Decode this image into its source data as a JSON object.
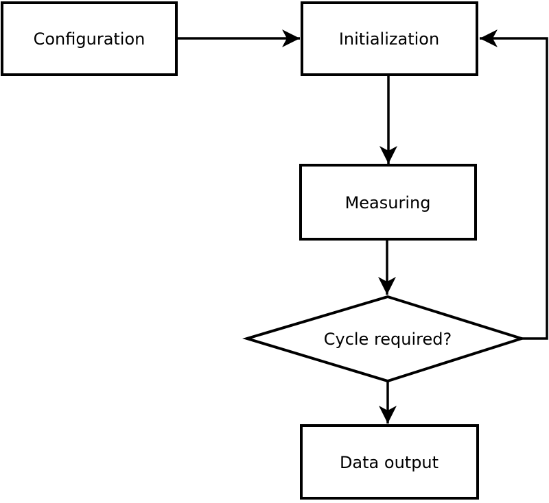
{
  "diagram": {
    "type": "flowchart",
    "background_color": "#ffffff",
    "stroke_color": "#000000",
    "node_fill_color": "#ffffff",
    "text_color": "#000000",
    "nodes": [
      {
        "id": "configuration",
        "shape": "rectangle",
        "label": "Configuration"
      },
      {
        "id": "initialization",
        "shape": "rectangle",
        "label": "Initialization"
      },
      {
        "id": "measuring",
        "shape": "rectangle",
        "label": "Measuring"
      },
      {
        "id": "cycle-required",
        "shape": "diamond",
        "label": "Cycle required?"
      },
      {
        "id": "data-output",
        "shape": "rectangle",
        "label": "Data output"
      }
    ],
    "edges": [
      {
        "from": "configuration",
        "to": "initialization",
        "kind": "straight"
      },
      {
        "from": "initialization",
        "to": "measuring",
        "kind": "straight"
      },
      {
        "from": "measuring",
        "to": "cycle-required",
        "kind": "straight"
      },
      {
        "from": "cycle-required",
        "to": "data-output",
        "kind": "straight"
      },
      {
        "from": "cycle-required",
        "to": "initialization",
        "kind": "loop-back"
      }
    ]
  }
}
